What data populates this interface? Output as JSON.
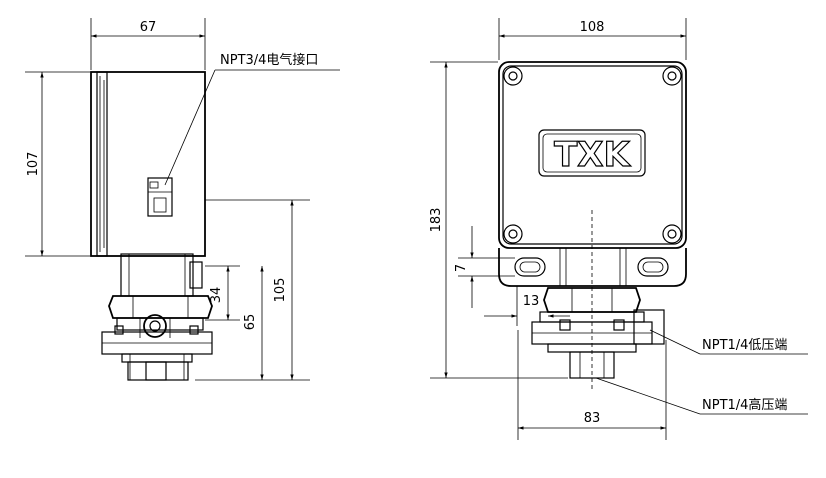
{
  "side_view": {
    "dim_width": "67",
    "dim_height": "107",
    "dim_connector": "34",
    "dim_flange": "65",
    "dim_total": "105",
    "note_electrical": "NPT3/4电气接口"
  },
  "front_view": {
    "dim_width": "108",
    "dim_height": "183",
    "dim_slot": "7",
    "dim_offset": "13",
    "dim_bottom": "83",
    "logo": "TXK",
    "note_low": "NPT1/4低压端",
    "note_high": "NPT1/4高压端"
  }
}
